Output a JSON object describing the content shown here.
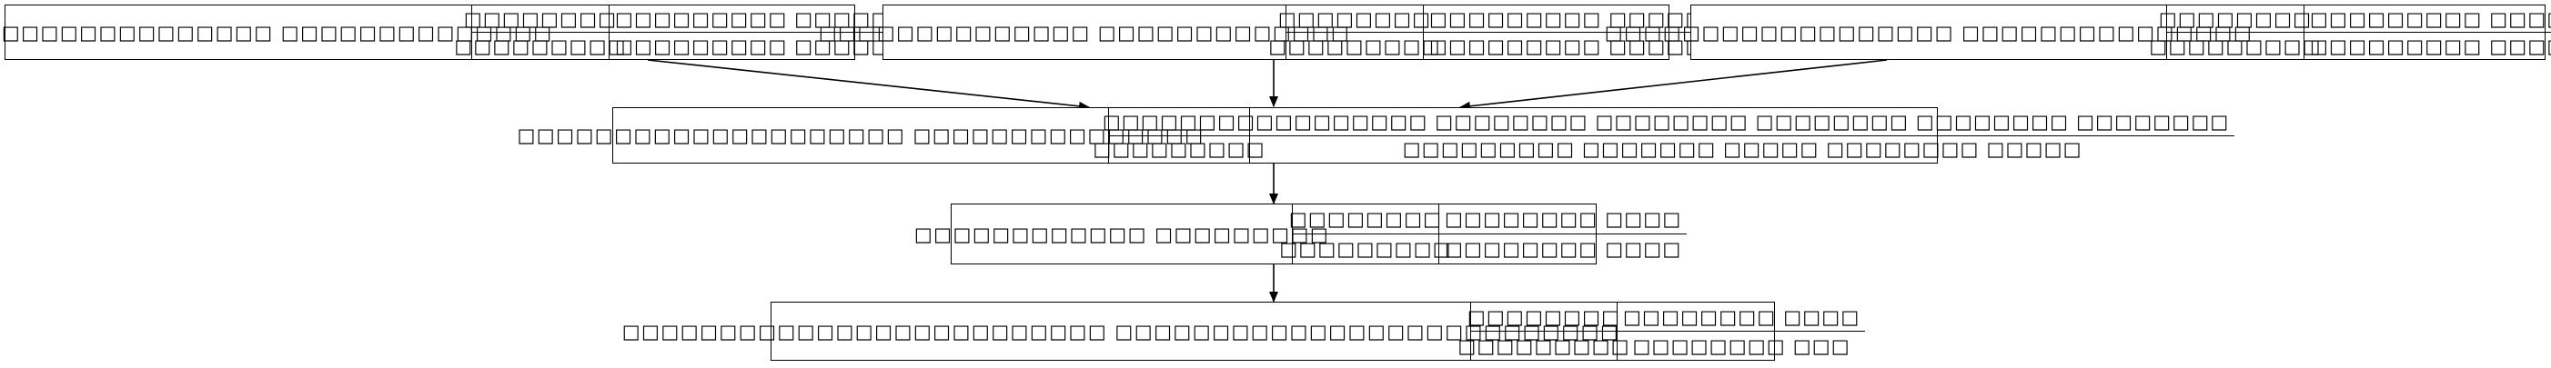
{
  "nodes": [
    {
      "id": "node-a",
      "label": "□□□□□□□□□□□□□□□□□□ □□□□□□□□□□□□□□",
      "rows": [
        {
          "key": "□□□□□□□□",
          "value": "□□□□□□□□□ □□□□□□□□"
        },
        {
          "key": "□□□□□□□□□",
          "value": "□□□□□□□□□ □□□□□□□□"
        }
      ]
    },
    {
      "id": "node-b",
      "label": "□□□□□□□□□□□□□□ □□□□□□□□□□□□□",
      "rows": [
        {
          "key": "□□□□□□□□",
          "value": "□□□□□□□□□ □□□□□□□□"
        },
        {
          "key": "□□□□□□□□□",
          "value": "□□□□□□□□□ □□□□□□□□"
        }
      ]
    },
    {
      "id": "node-c",
      "label": "□□□□□□□□□□□□□□□□□□ □□□□□□□□□□□□□□□",
      "rows": [
        {
          "key": "□□□□□□□□",
          "value": "□□□□□□□□□ □□□□□□□□"
        },
        {
          "key": "□□□□□□□□□",
          "value": "□□□□□□□□□ □□□□□□□□"
        }
      ]
    },
    {
      "id": "node-d",
      "label": "□□□□□□□□□□□□□□□□□□□□ □□□□□□□□□□□□□□□",
      "rows": [
        {
          "key": "□□□□□□□□",
          "value": "□□□□□□□□□ □□□□□□□□ □□□□□□□□ □□□□□□□□ □□□□□□□□ □□□□□□□□"
        },
        {
          "key": "□□□□□□□□□",
          "value": "□□□□□□□□□ □□□□□□□ □□□□□ □□□□□□□□ □□□□□"
        }
      ]
    },
    {
      "id": "node-e",
      "label": "□□□□□□□□□□□□ □□□□□□□□□",
      "rows": [
        {
          "key": "□□□□□□□□",
          "value": "□□□□□□□□ □□□□"
        },
        {
          "key": "□□□□□□□□□",
          "value": "□□□□□□□□ □□□□"
        }
      ]
    },
    {
      "id": "node-f",
      "label": "□□□□□□□□□□□□□□□□□□□□□□□□□ □□□□□□□□□□□□□□□□□□□□□□□□□□",
      "rows": [
        {
          "key": "□□□□□□□□",
          "value": "□□□□□□□□ □□□□"
        },
        {
          "key": "□□□□□□□□□",
          "value": "□□□□□□□□ □□□"
        }
      ]
    }
  ],
  "edges": [
    {
      "from": "node-a",
      "to": "node-d"
    },
    {
      "from": "node-b",
      "to": "node-d"
    },
    {
      "from": "node-c",
      "to": "node-d"
    },
    {
      "from": "node-d",
      "to": "node-e"
    },
    {
      "from": "node-e",
      "to": "node-f"
    }
  ]
}
